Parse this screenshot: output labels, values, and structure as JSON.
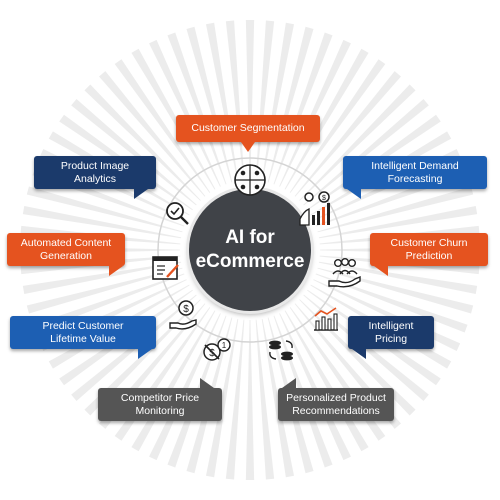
{
  "center": {
    "line1": "AI for",
    "line2": "eCommerce"
  },
  "bubbles": {
    "customer_segmentation": "Customer Segmentation",
    "product_image_analytics": [
      "Product Image",
      "Analytics"
    ],
    "intelligent_demand_forecasting": [
      "Intelligent Demand",
      "Forecasting"
    ],
    "automated_content_generation": [
      "Automated Content",
      "Generation"
    ],
    "customer_churn_prediction": [
      "Customer Churn",
      "Prediction"
    ],
    "predict_customer_lifetime_value": [
      "Predict Customer",
      "Lifetime Value"
    ],
    "intelligent_pricing": [
      "Intelligent",
      "Pricing"
    ],
    "competitor_price_monitoring": [
      "Competitor Price",
      "Monitoring"
    ],
    "personalized_product_recommendations": [
      "Personalized Product",
      "Recommendations"
    ]
  },
  "colors": {
    "orange": "#E5531F",
    "navy": "#1B3A6B",
    "blue": "#1D5FB3",
    "gray": "#555555",
    "center": "#404348"
  },
  "icons": {
    "customer_segmentation": "segmentation-icon",
    "product_image_analytics": "magnifier-check-icon",
    "intelligent_demand_forecasting": "people-growth-chart-icon",
    "automated_content_generation": "document-pencil-icon",
    "customer_churn_prediction": "hand-people-icon",
    "predict_customer_lifetime_value": "hand-dollar-icon",
    "intelligent_pricing": "price-chart-icon",
    "competitor_price_monitoring": "no-dollar-icon",
    "personalized_product_recommendations": "coins-cycle-icon"
  }
}
